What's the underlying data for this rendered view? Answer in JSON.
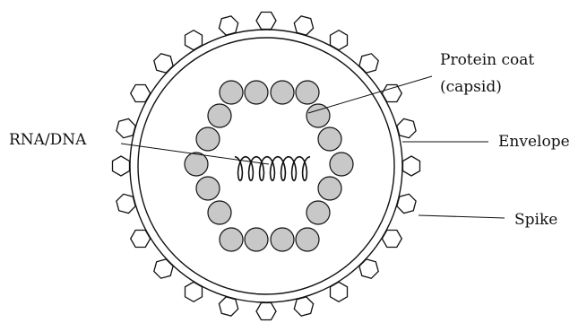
{
  "labels": {
    "protein_coat": "Protein coat",
    "capsid": "(capsid)",
    "rna_dna": "RNA/DNA",
    "envelope": "Envelope",
    "spike": "Spike"
  },
  "colors": {
    "capsomere_fill": "#c8c8c8",
    "stroke": "#111111",
    "background": "#ffffff"
  },
  "counts": {
    "spikes": 24
  }
}
